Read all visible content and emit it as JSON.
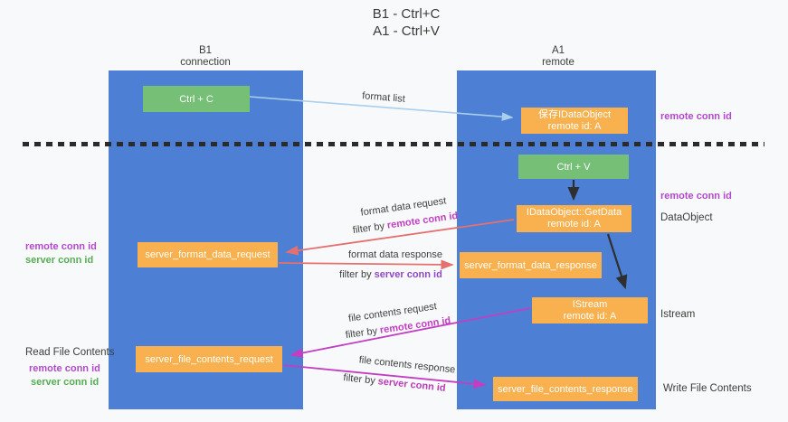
{
  "title": {
    "line1": "B1 - Ctrl+C",
    "line2": "A1 - Ctrl+V"
  },
  "columns": {
    "left": {
      "name": "B1",
      "subtitle": "connection"
    },
    "right": {
      "name": "A1",
      "subtitle": "remote"
    }
  },
  "boxes": {
    "ctrl_c": {
      "label": "Ctrl + C"
    },
    "save_dataobject": {
      "line1": "保存IDataObject",
      "line2": "remote id: A"
    },
    "ctrl_v": {
      "label": "Ctrl + V"
    },
    "getdata": {
      "line1": "IDataObject::GetData",
      "line2": "remote id: A"
    },
    "server_format_data_request": {
      "label": "server_format_data_request"
    },
    "server_format_data_response": {
      "label": "server_format_data_response"
    },
    "istream": {
      "line1": "IStream",
      "line2": "remote id: A"
    },
    "server_file_contents_request": {
      "label": "server_file_contents_request"
    },
    "server_file_contents_response": {
      "label": "server_file_contents_response"
    }
  },
  "arrow_labels": {
    "format_list": "format list",
    "format_data_request": "format data request",
    "format_data_response": "format data response",
    "file_contents_request": "file contents request",
    "file_contents_response": "file contents response",
    "filter_by": "filter by",
    "remote_conn_id": "remote conn id",
    "server_conn_id": "server conn id"
  },
  "side_labels": {
    "remote_conn_id_top_right": "remote conn id",
    "remote_conn_id_mid_right": "remote conn id",
    "dataobject": "DataObject",
    "istream": "Istream",
    "write_file_contents": "Write File Contents",
    "remote_conn_id_left_1": "remote conn id",
    "server_conn_id_left_1": "server conn id",
    "read_file_contents": "Read File Contents",
    "remote_conn_id_left_2": "remote conn id",
    "server_conn_id_left_2": "server conn id"
  },
  "colors": {
    "column_blue": "#4d80d4",
    "box_green": "#75bf77",
    "box_orange": "#f9b04e",
    "arrow_red": "#e57070",
    "arrow_magenta": "#c23ec2",
    "arrow_light_blue": "#a9cfed",
    "arrow_black": "#2f2f2f",
    "label_purple": "#b14aca",
    "label_green": "#57ae57"
  }
}
